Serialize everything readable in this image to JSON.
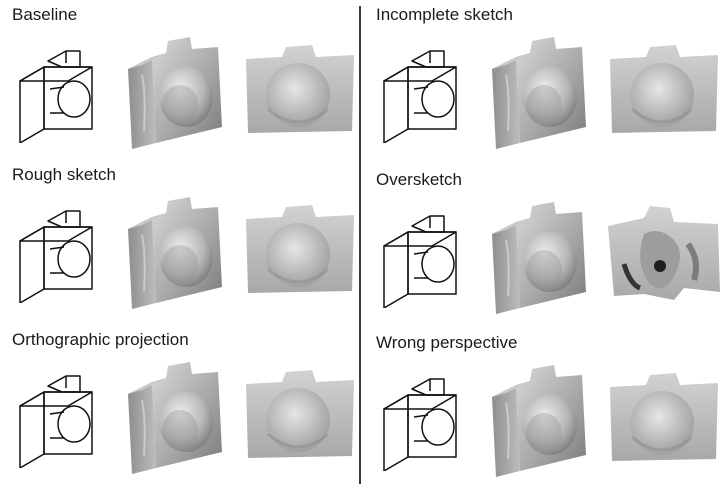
{
  "panels": [
    {
      "id": "baseline",
      "title": "Baseline"
    },
    {
      "id": "incomplete",
      "title": "Incomplete sketch"
    },
    {
      "id": "rough",
      "title": "Rough sketch"
    },
    {
      "id": "oversketch",
      "title": "Oversketch"
    },
    {
      "id": "orthographic",
      "title": "Orthographic projection"
    },
    {
      "id": "wrong-perspective",
      "title": "Wrong perspective"
    }
  ]
}
